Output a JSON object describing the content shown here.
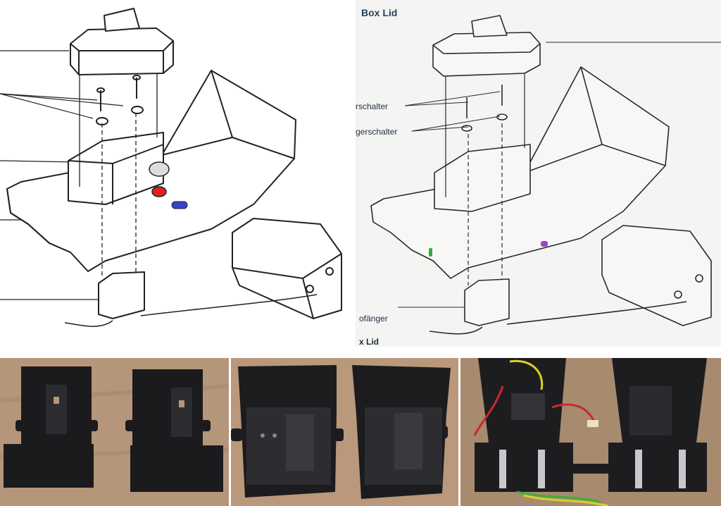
{
  "diagram_right": {
    "title": "Box Lid",
    "labels": [
      "rschalter",
      "gerschalter",
      "ofänger",
      "x Lid"
    ]
  }
}
